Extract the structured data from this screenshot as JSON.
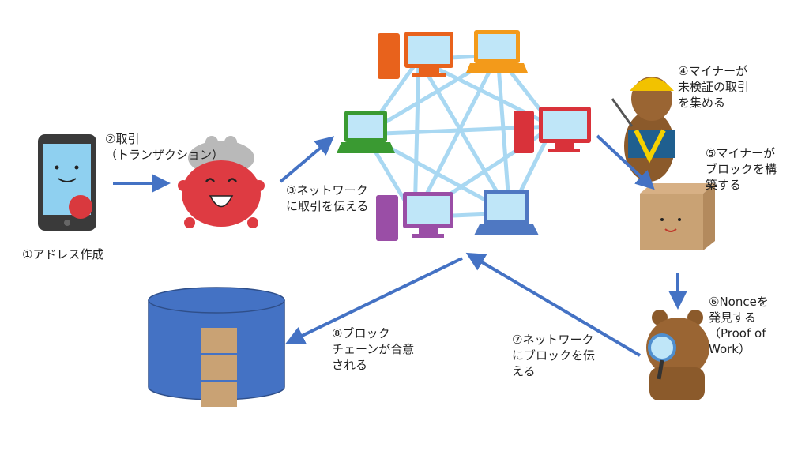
{
  "steps": {
    "s1": {
      "lines": [
        "①アドレス作成"
      ]
    },
    "s2": {
      "lines": [
        "②取引",
        "（トランザクション）"
      ]
    },
    "s3": {
      "lines": [
        "③ネットワーク",
        "に取引を伝える"
      ]
    },
    "s4": {
      "lines": [
        "④マイナーが",
        "未検証の取引",
        "を集める"
      ]
    },
    "s5": {
      "lines": [
        "⑤マイナーが",
        "ブロックを構",
        "築する"
      ]
    },
    "s6": {
      "lines": [
        "⑥Nonceを",
        "発見する",
        "（Proof of",
        "Work）"
      ]
    },
    "s7": {
      "lines": [
        "⑦ネットワーク",
        "にブロックを伝",
        "える"
      ]
    },
    "s8": {
      "lines": [
        "⑧ブロック",
        "チェーンが合意",
        "される"
      ]
    }
  },
  "colors": {
    "arrow": "#4472c4",
    "network_line": "#a9d8f2",
    "blockchain_db": "#4472c4"
  }
}
